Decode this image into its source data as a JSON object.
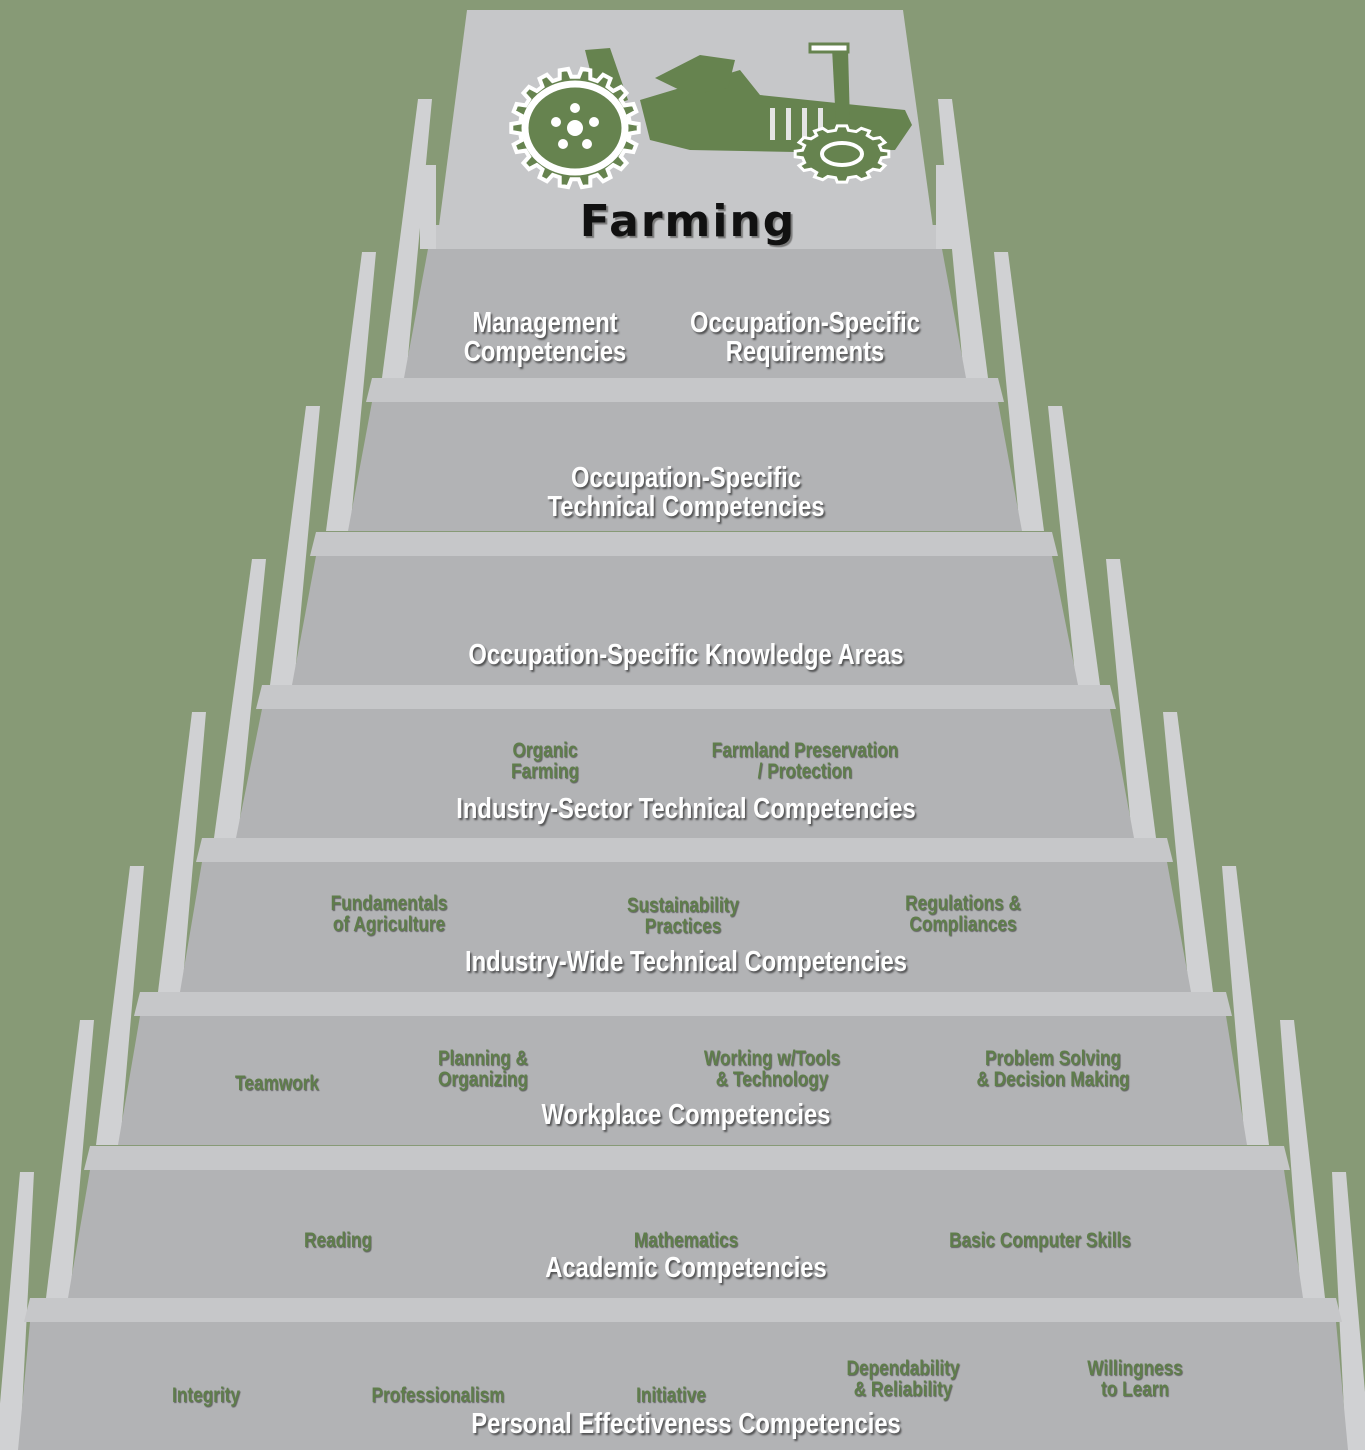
{
  "colors": {
    "background": "#879a76",
    "tier_face": "#b2b3b5",
    "tier_top": "#c6c7c9",
    "tier_side": "#d0d1d3",
    "label_white": "#ffffff",
    "label_green": "#5f7d4b",
    "tractor_green": "#66834f"
  },
  "top": {
    "icon": "tractor-icon",
    "title": "Farming"
  },
  "tiers": [
    {
      "title": "Management\nCompetencies"
    },
    {
      "title": "Occupation-Specific\nRequirements"
    },
    {
      "title": "Occupation-Specific\nTechnical Competencies"
    },
    {
      "title": "Occupation-Specific Knowledge Areas"
    },
    {
      "title": "Industry-Sector Technical Competencies",
      "items": [
        "Organic\nFarming",
        "Farmland Preservation\n/ Protection"
      ]
    },
    {
      "title": "Industry-Wide Technical Competencies",
      "items": [
        "Fundamentals\nof Agriculture",
        "Sustainability\nPractices",
        "Regulations &\nCompliances"
      ]
    },
    {
      "title": "Workplace Competencies",
      "items": [
        "Teamwork",
        "Planning &\nOrganizing",
        "Working w/Tools\n& Technology",
        "Problem Solving\n& Decision Making"
      ]
    },
    {
      "title": "Academic Competencies",
      "items": [
        "Reading",
        "Mathematics",
        "Basic Computer Skills"
      ]
    },
    {
      "title": "Personal Effectiveness Competencies",
      "items": [
        "Integrity",
        "Professionalism",
        "Initiative",
        "Dependability\n& Reliability",
        "Willingness\nto Learn"
      ]
    }
  ]
}
